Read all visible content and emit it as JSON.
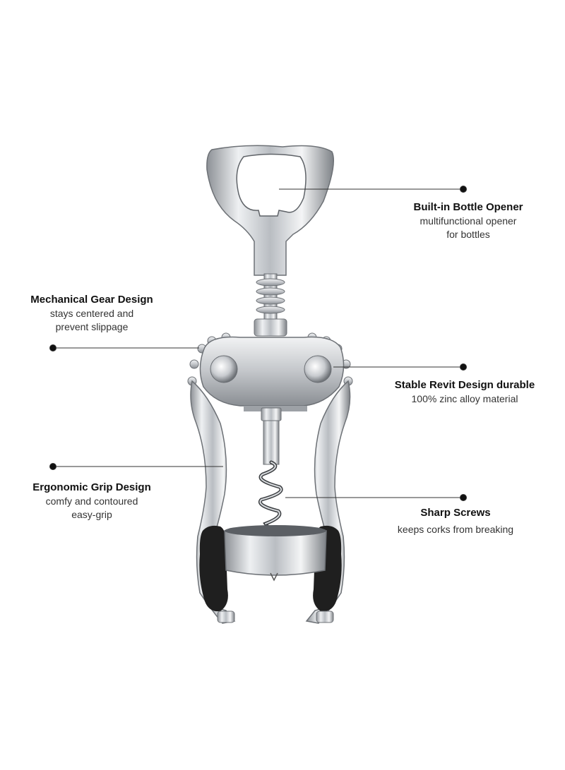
{
  "colors": {
    "text": "#111111",
    "line": "#333333",
    "metal": "#c9ccd0",
    "grip": "#1e1e1e"
  },
  "product": {
    "icon": "wing-corkscrew-illustration"
  },
  "callouts": [
    {
      "title": "Built-in Bottle Opener",
      "lines": [
        "multifunctional opener",
        "for bottles"
      ]
    },
    {
      "title": "Mechanical Gear Design",
      "lines": [
        "stays centered and",
        "prevent slippage"
      ]
    },
    {
      "title": "Stable Revit Design  durable",
      "lines": [
        "100% zinc alloy material"
      ]
    },
    {
      "title": "Ergonomic Grip Design",
      "lines": [
        "comfy and contoured",
        "easy-grip"
      ]
    },
    {
      "title": "Sharp Screws",
      "lines": [
        "keeps corks from breaking"
      ]
    }
  ]
}
